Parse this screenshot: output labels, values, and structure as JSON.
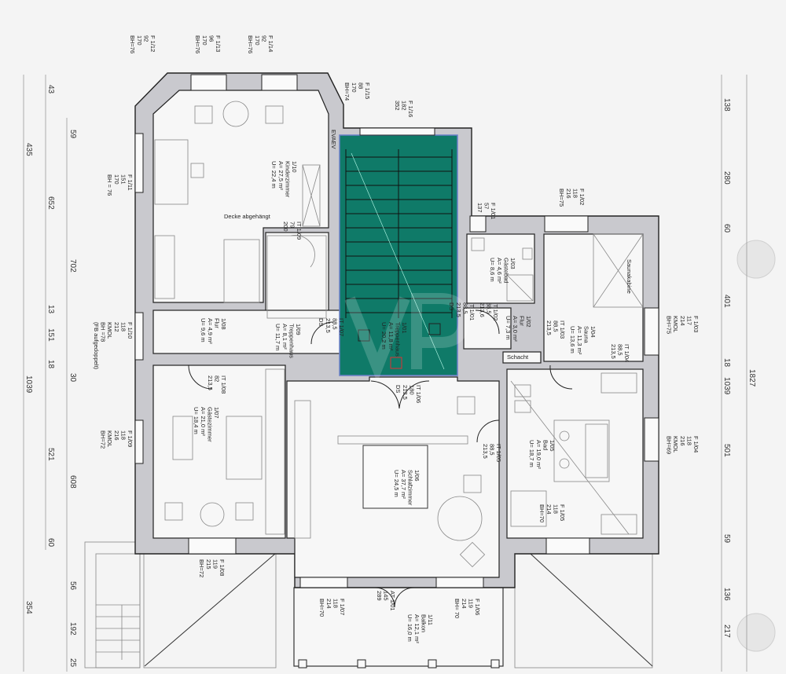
{
  "watermark": "VP",
  "colors": {
    "stair": "#0f7a68",
    "wall": "#c9c9ce",
    "outline": "#222222"
  },
  "rooms": [
    {
      "lines": [
        "1/10",
        "Kinderzimmer",
        "A= 27,5 m²",
        "U= 22,4 m"
      ]
    },
    {
      "lines": [
        "1/09",
        "Treppenhaus",
        "A= 8,1 m²",
        "U= 11,7 m"
      ]
    },
    {
      "lines": [
        "1/08",
        "Flur",
        "A= 4,9 m²",
        "U= 9,6 m"
      ]
    },
    {
      "lines": [
        "1/07",
        "Gästezimmer",
        "A= 21,0 m²",
        "U= 18,4 m"
      ]
    },
    {
      "lines": [
        "1/01",
        "Treppenhaus",
        "A= 11,8 m²",
        "U= 20,2 m"
      ]
    },
    {
      "lines": [
        "1/06",
        "Schlafzimmer",
        "A= 37,7 m²",
        "U= 24,5 m"
      ]
    },
    {
      "lines": [
        "1/03",
        "Gästebad",
        "A= 4,6 m²",
        "U= 8,6 m"
      ]
    },
    {
      "lines": [
        "1/02",
        "Flur",
        "A= 3,0 m²",
        "U= 7,3 m"
      ]
    },
    {
      "lines": [
        "1/04",
        "Sauna",
        "A= 11,3 m²",
        "U= 13,6 m"
      ]
    },
    {
      "lines": [
        "1/05",
        "Bad",
        "A= 19,0 m²",
        "U= 18,7 m"
      ]
    },
    {
      "lines": [
        "1/11",
        "Balkon",
        "A= 12,1 m²",
        "U= 16,0 m"
      ]
    }
  ],
  "windows": [
    {
      "lines": [
        "F 1/12",
        "92",
        "170",
        "BH=76"
      ]
    },
    {
      "lines": [
        "F 1/13",
        "96",
        "170",
        "BH=76"
      ]
    },
    {
      "lines": [
        "F 1/14",
        "92",
        "170",
        "BH=76"
      ]
    },
    {
      "lines": [
        "F 1/15",
        "88",
        "170",
        "BH=74"
      ]
    },
    {
      "lines": [
        "F 1/16",
        "182",
        "352"
      ]
    },
    {
      "lines": [
        "F 1/11",
        "151",
        "170",
        "BH = 76"
      ]
    },
    {
      "lines": [
        "F 1/10",
        "118",
        "212",
        "KMOL",
        "BH =78",
        "(FB aufgedoppelt)"
      ]
    },
    {
      "lines": [
        "F 1/09",
        "118",
        "216",
        "KMOL",
        "BH=72"
      ]
    },
    {
      "lines": [
        "F 1/08",
        "119",
        "215",
        "BH=72"
      ]
    },
    {
      "lines": [
        "F 1/07",
        "118",
        "214",
        "BH=70"
      ]
    },
    {
      "lines": [
        "F 1/06",
        "119",
        "214",
        "BH= 70"
      ]
    },
    {
      "lines": [
        "AT 1/01",
        "145",
        "289"
      ]
    },
    {
      "lines": [
        "F 1/05",
        "118",
        "214",
        "BH=70"
      ]
    },
    {
      "lines": [
        "F 1/04",
        "118",
        "216",
        "KMOL",
        "BH=69"
      ]
    },
    {
      "lines": [
        "F 1/03",
        "117",
        "214",
        "KMOL",
        "BH=75"
      ]
    },
    {
      "lines": [
        "F 1/02",
        "118",
        "216",
        "BH=75"
      ]
    },
    {
      "lines": [
        "F 1/01",
        "57",
        "137"
      ]
    }
  ],
  "doors": [
    {
      "lines": [
        "IT 1/09",
        "79",
        "200"
      ]
    },
    {
      "lines": [
        "IT 1/07",
        "88,5",
        "213,5",
        "DS"
      ]
    },
    {
      "lines": [
        "IT 1/08",
        "82",
        "213,5"
      ]
    },
    {
      "lines": [
        "IT 1/06",
        "180",
        "213,5",
        "DS"
      ]
    },
    {
      "lines": [
        "IT 1/05",
        "88,5",
        "213,5"
      ]
    },
    {
      "lines": [
        "IT 1/04",
        "88,5",
        "213,5"
      ]
    },
    {
      "lines": [
        "IT 1/03",
        "88,5",
        "213,5"
      ]
    },
    {
      "lines": [
        "IT 1/02",
        "88,5",
        "213,6"
      ]
    },
    {
      "lines": [
        "IT 1/01",
        "88,5",
        "213,5",
        "DS"
      ]
    }
  ],
  "notes": [
    "Decke abgehängt",
    "EVAEV",
    "Saunakabine",
    "Schacht"
  ],
  "dimensions": {
    "left_outer": [
      "435",
      "1039",
      "354"
    ],
    "left_middle": [
      "43",
      "652",
      "13",
      "151",
      "18",
      "521",
      "60"
    ],
    "left_inner": [
      "59",
      "702",
      "30",
      "608",
      "56",
      "192",
      "25"
    ],
    "right_inner": [
      "138",
      "280",
      "60",
      "401",
      "18",
      "1039",
      "501",
      "59",
      "136",
      "217"
    ],
    "right_outer": [
      "1827"
    ]
  }
}
